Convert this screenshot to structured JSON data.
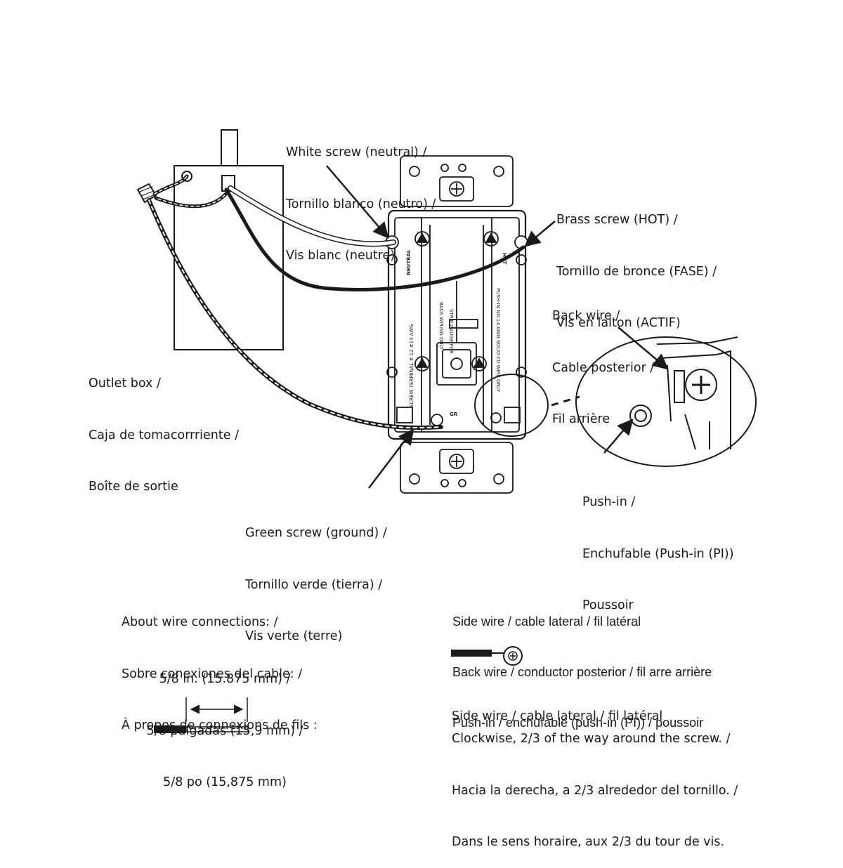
{
  "labels": {
    "white_screw": [
      "White screw (neutral) /",
      "Tornillo blanco (neutro) /",
      "Vis blanc (neutre)"
    ],
    "brass_screw": [
      "Brass screw (HOT) /",
      "Tornillo de bronce (FASE) /",
      "Vis en laiton (ACTIF)"
    ],
    "back_wire": [
      "Back wire /",
      "Cable posterior /",
      "Fil arrière"
    ],
    "outlet_box": [
      "Outlet box /",
      "Caja de tomacorrriente /",
      "Boîte de sortie"
    ],
    "push_in": [
      "Push-in /",
      "Enchufable (Push-in (PI))",
      "Poussoir"
    ],
    "green_screw": [
      "Green screw (ground) /",
      "Tornillo verde (tierra) /",
      "Vis verte (terre)"
    ]
  },
  "device_markings": {
    "neutral": "NEUTRAL",
    "hot": "HOT",
    "gr": "GR",
    "screw_terminal": "SCREW TERMINAL # 12 #14 AWG",
    "push_in": "PUSH-IN NO.14 AWG SOLID CU WIRE ONLY",
    "strip_gauge": "STRIP GAUGE FOR",
    "back_wiring": "BACK WIRING ONLY"
  },
  "wire_connections": {
    "heading": [
      "About wire connections: /",
      "Sobre conexiones del cable: /",
      "À propos de connexions de fils :"
    ],
    "strip_length": [
      "5/8 in. (15.875 mm) /",
      "5/8 pulgadas (15,9 mm) /",
      "5/8 po (15,875 mm)"
    ]
  },
  "wire_types": {
    "lines": [
      "Side wire / cable lateral / fil latéral",
      "Back wire / conductor posterior / fil arre arrière",
      "Push-in / enchufable (push-in (PI)) / poussoir"
    ],
    "side_wire_title": "Side wire / cable lateral / fil latéral",
    "side_wire_instructions": [
      "Clockwise, 2/3 of the way around the screw. /",
      "Hacia la derecha, a 2/3 alrededor del tornillo. /",
      "Dans le sens horaire, aux 2/3 du tour de vis."
    ]
  },
  "colors": {
    "ink": "#1a1a1a",
    "background": "#ffffff"
  }
}
